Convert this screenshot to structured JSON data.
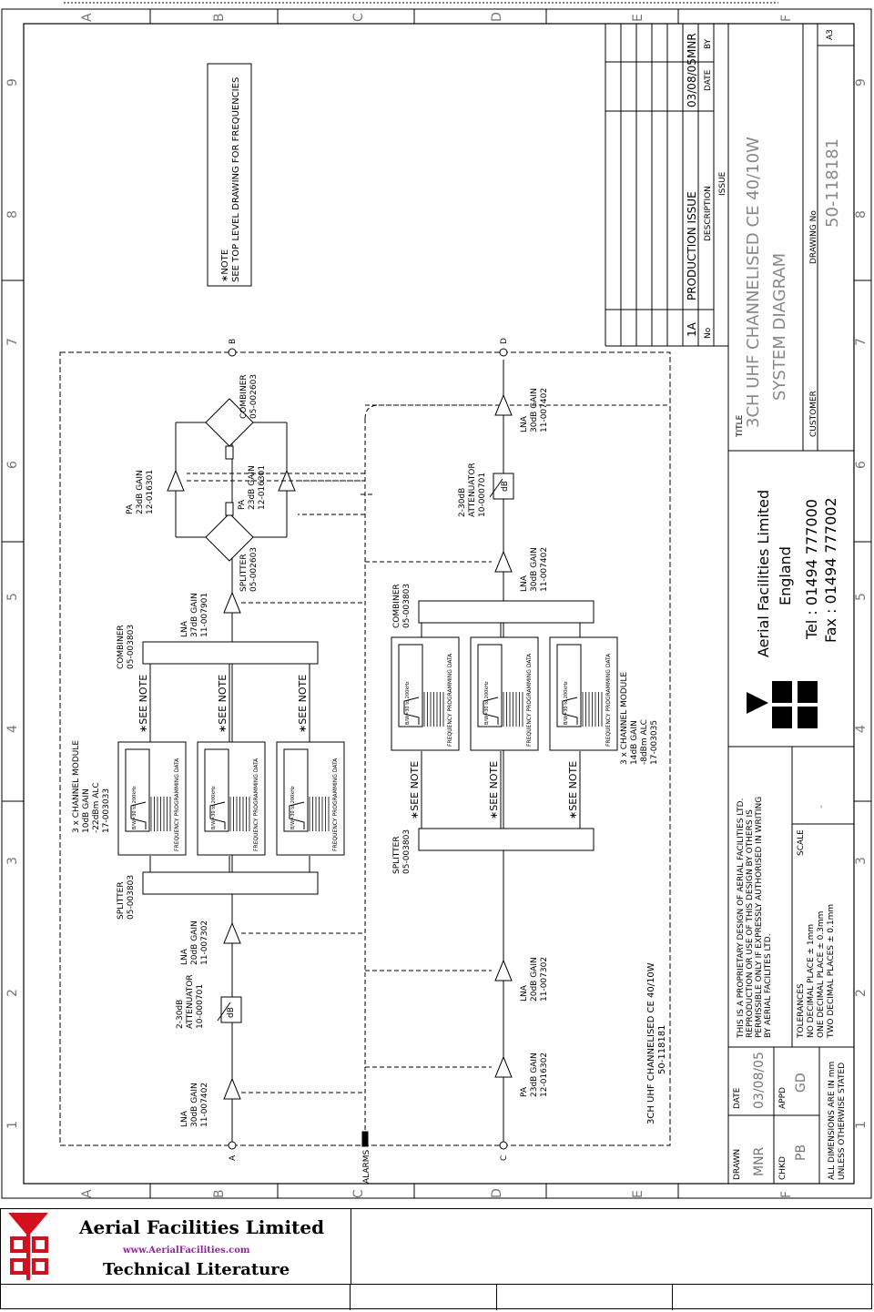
{
  "grid": {
    "letters": [
      "A",
      "B",
      "C",
      "D",
      "E",
      "F"
    ],
    "numbers": [
      "1",
      "2",
      "3",
      "4",
      "5",
      "6",
      "7",
      "8",
      "9"
    ]
  },
  "note": {
    "line1": "∗NOTE",
    "line2": "SEE TOP LEVEL DRAWING FOR FREQUENCIES"
  },
  "ports": {
    "a": "A",
    "b": "B",
    "c": "C",
    "d": "D",
    "alarms": "ALARMS"
  },
  "uplink": {
    "lna1": [
      "LNA",
      "30dB GAIN",
      "11-007402"
    ],
    "att1": [
      "2-30dB",
      "ATTENUATOR",
      "10-000701"
    ],
    "db_label": "dB",
    "lna2": [
      "LNA",
      "20dB GAIN",
      "11-007302"
    ],
    "splitter": [
      "SPLITTER",
      "05-003803"
    ],
    "module": [
      "3 x CHANNEL MODULE",
      "10dB GAIN",
      "-22dBm ALC",
      "17-003033"
    ],
    "combiner": [
      "COMBINER",
      "05-003803"
    ],
    "lna3": [
      "LNA",
      "37dB GAIN",
      "11-007901"
    ],
    "splitter2": [
      "SPLITTER",
      "05-002603"
    ],
    "pa_a": [
      "PA",
      "23dB GAIN",
      "12-016301"
    ],
    "pa_b": [
      "PA",
      "23dB GAIN",
      "12-016301"
    ],
    "combiner2": [
      "COMBINER",
      "05-002603"
    ]
  },
  "downlink": {
    "pa": [
      "PA",
      "23dB GAIN",
      "12-016302"
    ],
    "lna1": [
      "LNA",
      "20dB GAIN",
      "11-007302"
    ],
    "splitter": [
      "SPLITTER",
      "05-003803"
    ],
    "module": [
      "3 x CHANNEL MODULE",
      "14dB GAIN",
      "-8dBm ALC",
      "17-003035"
    ],
    "combiner": [
      "COMBINER",
      "05-003803"
    ],
    "lna2": [
      "LNA",
      "30dB GAIN",
      "11-007402"
    ],
    "att": [
      "2-30dB",
      "ATTENUATOR",
      "10-000701"
    ],
    "db_label": "dB",
    "lna3": [
      "LNA",
      "30dB GAIN",
      "11-007402"
    ]
  },
  "see_note": "∗SEE NOTE",
  "filter_label": "B/W=30 to 200kHz",
  "freq_data": "FREQUENCY PROGRAMMING DATA",
  "frame_caption": [
    "3CH UHF CHANNELISED CE 40/10W",
    "50-118181"
  ],
  "revision": {
    "issue": "1A",
    "description": "PRODUCTION ISSUE",
    "date": "03/08/05",
    "by": "MNR",
    "h_no": "No",
    "h_desc": "DESCRIPTION",
    "h_date": "DATE",
    "h_by": "BY",
    "h_issue": "ISSUE"
  },
  "title_block": {
    "title_label": "TITLE",
    "title_1": "3CH UHF CHANNELISED CE 40/10W",
    "title_2": "SYSTEM DIAGRAM",
    "customer_label": "CUSTOMER",
    "drawing_no_label": "DRAWING No",
    "drawing_no": "50-118181",
    "sheet_size": "A3",
    "company": "Aerial Facilities Limited",
    "country": "England",
    "tel": "Tel : 01494 777000",
    "fax": "Fax : 01494 777002",
    "copyright": [
      "THIS IS A PROPRIETARY DESIGN OF AERIAL FACILITIES LTD.",
      "REPRODUCTION OR USE OF THIS DESIGN BY OTHERS IS",
      "PERMISSIBLE ONLY IF EXPRESSLY AUTHORISED IN WRITING",
      "BY AERIAL FACILITES LTD."
    ],
    "scale_label": "SCALE",
    "scale_value": "-",
    "tolerances": [
      "TOLERANCES",
      "NO DECIMAL PLACE ± 1mm",
      "ONE DECIMAL PLACE ± 0.3mm",
      "TWO DECIMAL PLACES ± 0.1mm"
    ],
    "drawn_label": "DRAWN",
    "drawn": "MNR",
    "date_label": "DATE",
    "date": "03/08/05",
    "chkd_label": "CHKD",
    "chkd": "PB",
    "appd_label": "APPD",
    "appd": "GD",
    "dims": [
      "ALL DIMENSIONS ARE IN mm",
      "UNLESS OTHERWISE STATED"
    ]
  },
  "footer": {
    "company": "Aerial  Facilities  Limited",
    "url": "www.AerialFacilities.com",
    "tech": "Technical Literature"
  },
  "colors": {
    "ink": "#000000",
    "logo_red": "#d2101e",
    "url_purple": "#9b1fa8"
  }
}
